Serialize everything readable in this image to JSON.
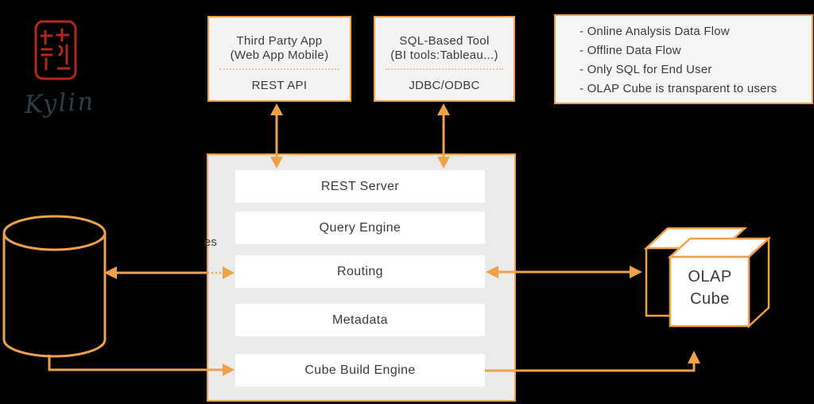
{
  "colors": {
    "accent": "#efa14a",
    "divider_dots": "#f2c28b",
    "seal_red": "#b5271d",
    "text": "#3b3b3b",
    "wordmark": "#2d3d47"
  },
  "logo": {
    "wordmark": "Kylin"
  },
  "top_boxes": {
    "third_party": {
      "title_line1": "Third Party App",
      "title_line2": "(Web App Mobile)",
      "interface_label": "REST API"
    },
    "sql_tool": {
      "title_line1": "SQL-Based Tool",
      "title_line2": "(BI tools:Tableau...)",
      "interface_label": "JDBC/ODBC"
    }
  },
  "legend": {
    "items": [
      "- Online Analysis Data Flow",
      "- Offline Data Flow",
      "- Only SQL for End User",
      "- OLAP Cube is transparent to users"
    ]
  },
  "core": {
    "layers": [
      "REST Server",
      "Query Engine",
      "Routing",
      "Metadata",
      "Cube Build Engine"
    ]
  },
  "olap_cube": {
    "line1": "OLAP",
    "line2": "Cube"
  },
  "clipped_text_fragment": "es"
}
